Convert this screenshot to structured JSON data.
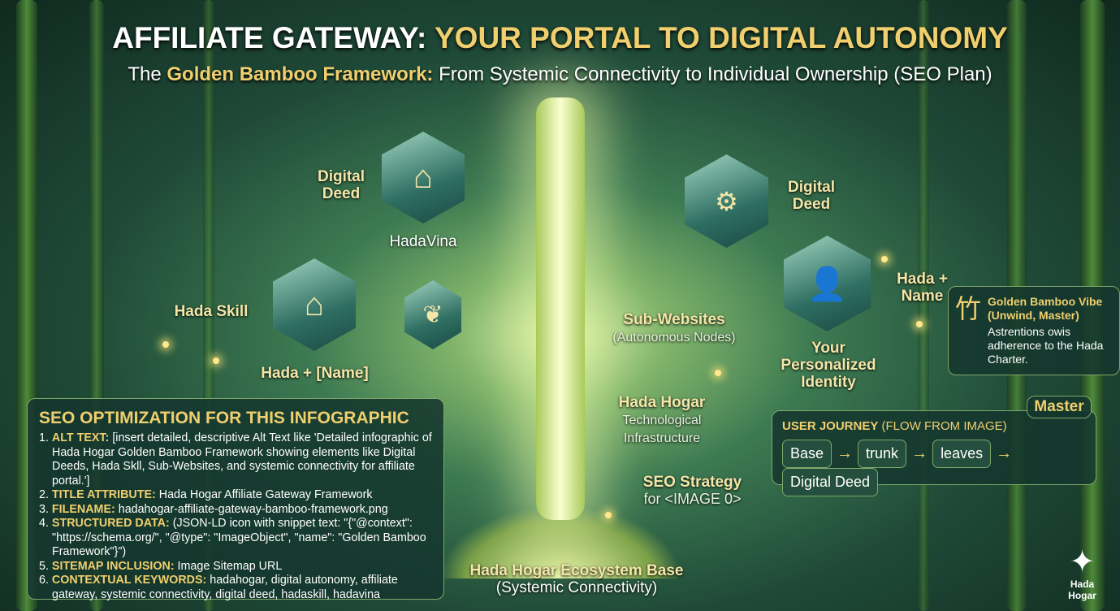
{
  "header": {
    "title_white": "AFFILIATE GATEWAY: ",
    "title_gold": "YOUR PORTAL TO DIGITAL AUTONOMY",
    "subtitle_pre": "The ",
    "subtitle_gold": "Golden Bamboo Framework:",
    "subtitle_post": " From Systemic Connectivity to Individual Ownership (SEO Plan)"
  },
  "nodes": {
    "digital_deed_left": "Digital Deed",
    "hadavina": "HadaVina",
    "hada_skill": "Hada Skill",
    "hada_name_bracket": "Hada + [Name]",
    "digital_deed_right": "Digital Deed",
    "hada_name": "Hada + Name",
    "sub_websites": "Sub-Websites",
    "autonomous_nodes": "(Autonomous Nodes)",
    "personalized_identity": "Your Personalized Identity",
    "hada_hogar": "Hada Hogar",
    "tech_infra": "Technological Infrastructure",
    "seo_strategy": "SEO Strategy",
    "seo_strategy_for": "for <IMAGE 0>",
    "ecosystem_base": "Hada Hogar Ecosystem Base",
    "systemic_connectivity": "(Systemic Connectivity)"
  },
  "seo": {
    "title": "SEO OPTIMIZATION FOR THIS INFOGRAPHIC",
    "items": [
      {
        "num": "1.",
        "key": "ALT TEXT:",
        "text": " [insert detailed, descriptive Alt Text like 'Detailed infographic of Hada Hogar Golden Bamboo Framework showing elements like Digital Deeds, Hada Skll, Sub-Websites, and systemic connectivity for affiliate portal.']"
      },
      {
        "num": "2.",
        "key": "TITLE ATTRIBUTE:",
        "text": " Hada Hogar Affiliate Gateway Framework"
      },
      {
        "num": "3.",
        "key": "FILENAME:",
        "text": " hadahogar-affiliate-gateway-bamboo-framework.png"
      },
      {
        "num": "4.",
        "key": "STRUCTURED DATA:",
        "text": " (JSON-LD icon with snippet text: \"{\"@context\": \"https://schema.org/\", \"@type\": \"ImageObject\", \"name\": \"Golden Bamboo Framework\"}\")"
      },
      {
        "num": "5.",
        "key": "SITEMAP INCLUSION:",
        "text": " Image Sitemap URL"
      },
      {
        "num": "6.",
        "key": "CONTEXTUAL KEYWORDS:",
        "text": " hadahogar, digital autonomy, affiliate gateway, systemic connectivity, digital deed, hadaskill, hadavina"
      }
    ]
  },
  "vibe": {
    "glyph": "竹",
    "title": "Golden Bamboo Vibe (Unwind, Master)",
    "text": "Astrentions owis adherence to the Hada Charter."
  },
  "journey": {
    "title_bold": "USER JOURNEY",
    "title_rest": " (FLOW FROM IMAGE)",
    "tag": "Master",
    "steps": [
      "Base",
      "trunk",
      "leaves",
      "Digital Deed"
    ],
    "arrow": "→"
  },
  "logo": {
    "text": "Hada Hogar"
  },
  "colors": {
    "gold": "#f0cf6e",
    "panel": "#14372d",
    "accent_border": "#7fa86a"
  }
}
